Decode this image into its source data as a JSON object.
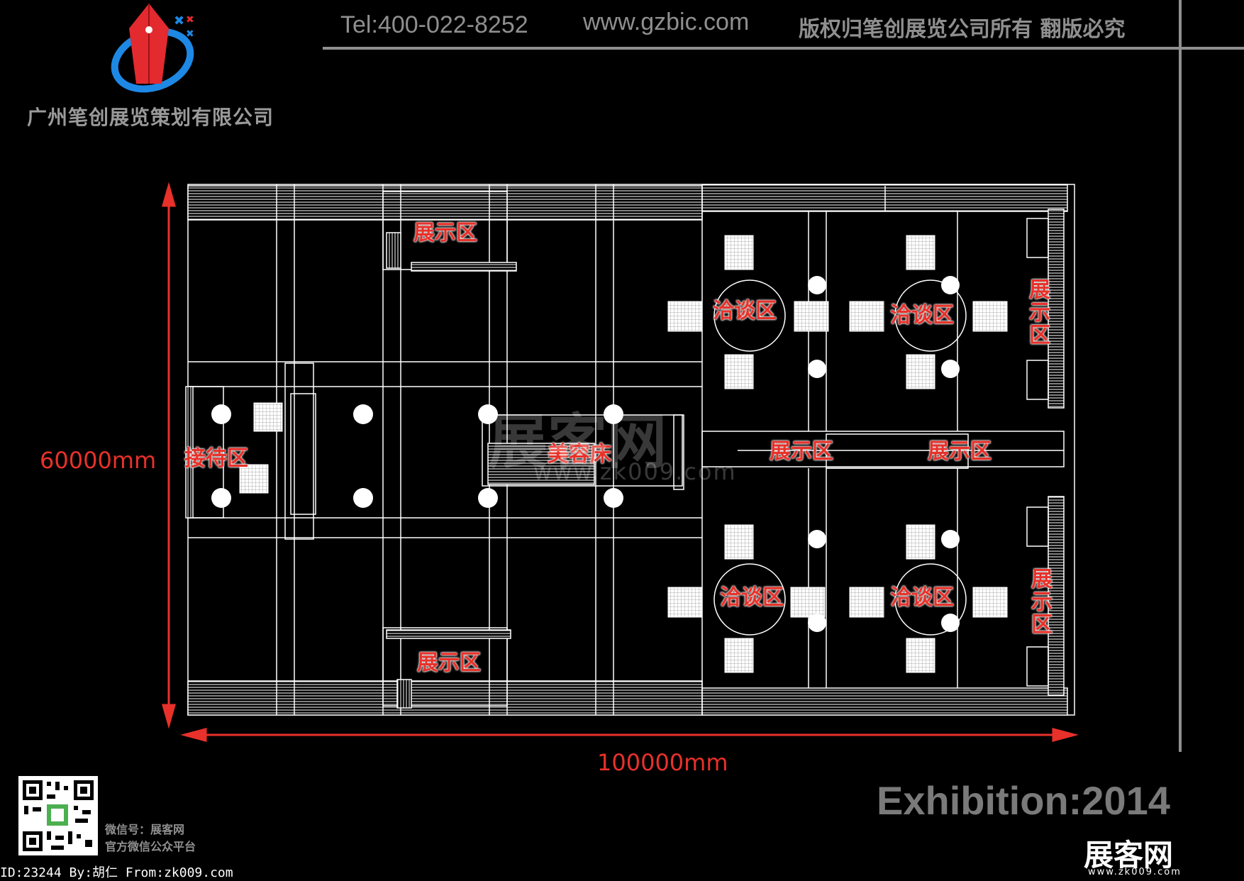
{
  "header": {
    "company_name": "广州笔创展览策划有限公司",
    "tel": "Tel:400-022-8252",
    "website": "www.gzbic.com",
    "copyright": "版权归笔创展览公司所有 翻版必究"
  },
  "plan": {
    "height_label": "60000mm",
    "width_label": "100000mm",
    "zones": {
      "display_top": "展示区",
      "display_bottom": "展示区",
      "reception": "接待区",
      "beauty_bed": "美容床",
      "nego_tl": "洽谈区",
      "nego_tr": "洽谈区",
      "nego_bl": "洽谈区",
      "nego_br": "洽谈区",
      "display_mid_1": "展示区",
      "display_mid_2": "展示区",
      "display_right_top": "展示区",
      "display_right_bottom": "展示区"
    }
  },
  "footer": {
    "wechat_line1": "微信号：展客网",
    "wechat_line2": "官方微信公众平台",
    "id_credit": "ID:23244 By:胡仁 From:zk009.com",
    "exhibition_label": "Exhibition:2014",
    "brand_cn": "展客网",
    "brand_url": "www.zk009.com"
  },
  "watermark": {
    "cn": "展客网",
    "url": "www.zk009.com"
  },
  "colors": {
    "background": "#000000",
    "line": "#ffffff",
    "dimension": "#e8312a",
    "header_text": "#8f8f8f",
    "logo_red": "#e32a2f",
    "logo_blue": "#1e88e5"
  }
}
